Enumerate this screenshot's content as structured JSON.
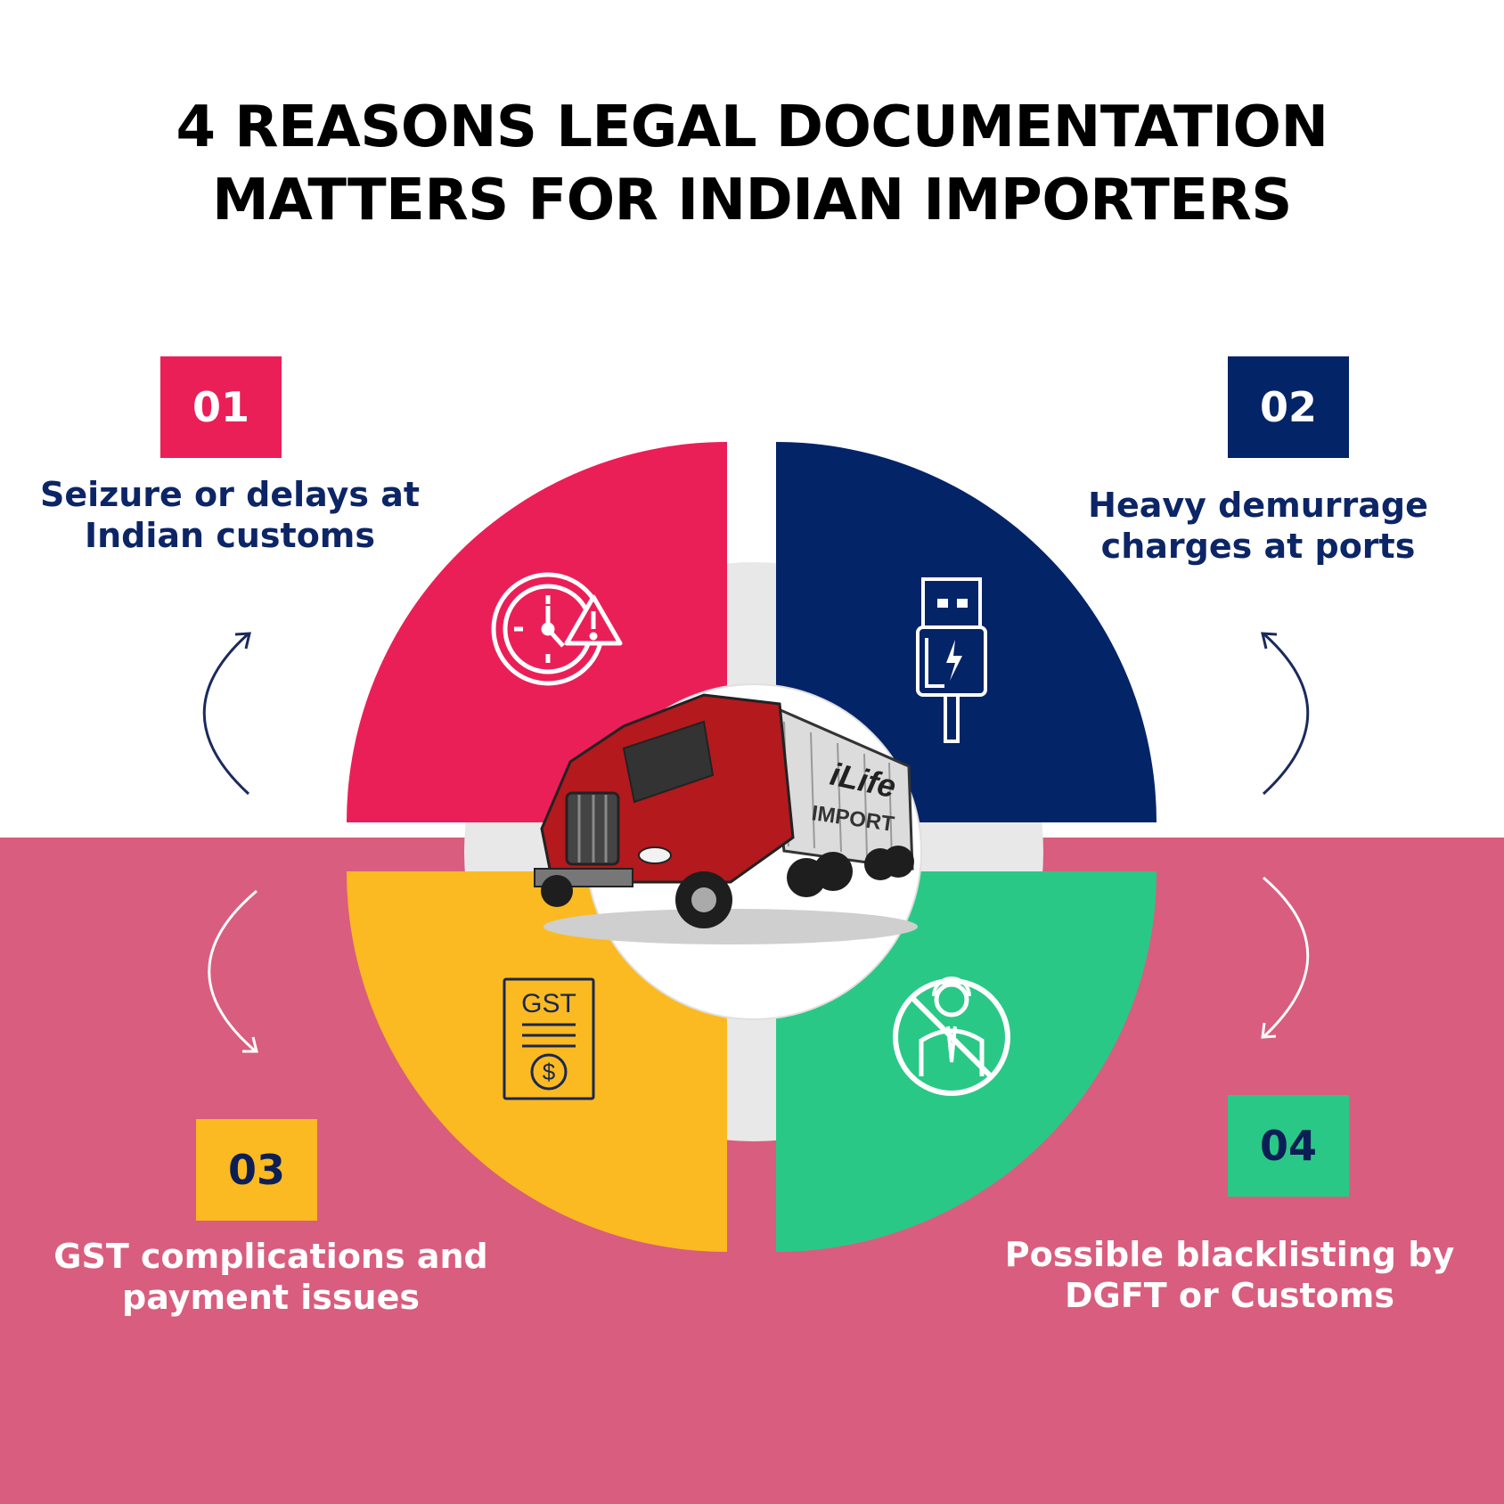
{
  "title": {
    "line1": "4 REASONS LEGAL DOCUMENTATION",
    "line2": "MATTERS FOR INDIAN IMPORTERS"
  },
  "colors": {
    "background": "#ffffff",
    "bottom_band": "#d95d7e",
    "red": "#eb1f57",
    "navy": "#042468",
    "yellow": "#fbba21",
    "green": "#2ac886",
    "ring": "#e8e8e8"
  },
  "reasons": [
    {
      "number": "01",
      "line1": "Seizure or delays at",
      "line2": "Indian customs",
      "icon": "clock-warning-icon"
    },
    {
      "number": "02",
      "line1": "Heavy demurrage",
      "line2": "charges at ports",
      "icon": "usb-charging-icon"
    },
    {
      "number": "03",
      "line1": "GST complications and",
      "line2": "payment issues",
      "icon": "gst-invoice-icon"
    },
    {
      "number": "04",
      "line1": "Possible blacklisting by",
      "line2": "DGFT or Customs",
      "icon": "blocked-person-icon"
    }
  ],
  "center": {
    "icon": "truck-icon",
    "trailer_brand": "iLife",
    "trailer_text": "IMPORT"
  },
  "icon_texts": {
    "gst": "GST",
    "dollar": "$"
  }
}
